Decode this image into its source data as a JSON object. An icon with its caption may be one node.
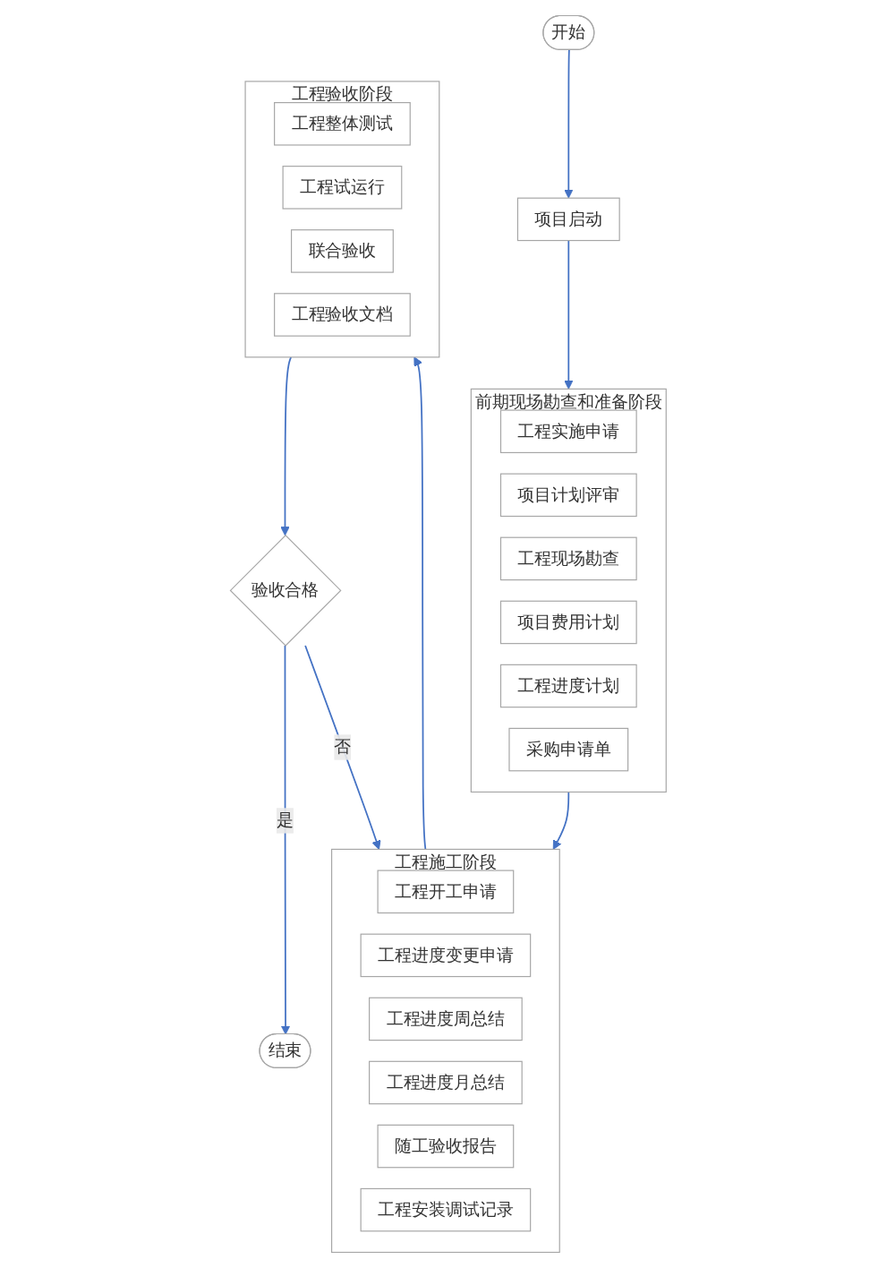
{
  "diagram": {
    "nodes": [
      {
        "text": [
          "开始"
        ]
      },
      {
        "text": [
          "项目启动"
        ]
      },
      {
        "text": [
          "前期现场勘查和准备阶段"
        ]
      },
      {
        "text": [
          "工程实施申请"
        ],
        "in": 2
      },
      {
        "text": [
          "项目计划评审"
        ],
        "in": 2
      },
      {
        "text": [
          "工程现场勘查"
        ],
        "in": 2
      },
      {
        "text": [
          "项目费用计划"
        ],
        "in": 2
      },
      {
        "text": [
          "工程进度计划"
        ],
        "in": 2
      },
      {
        "text": [
          "采购申请单"
        ],
        "in": 2
      },
      {
        "text": [
          "工程施工阶段"
        ]
      },
      {
        "text": [
          "工程开工申请"
        ],
        "in": 9
      },
      {
        "text": [
          "工程进度变更申请"
        ],
        "in": 9
      },
      {
        "text": [
          "工程进度周总结"
        ],
        "in": 9
      },
      {
        "text": [
          "工程进度月总结"
        ],
        "in": 9
      },
      {
        "text": [
          "随工验收报告"
        ],
        "in": 9
      },
      {
        "text": [
          "工程安装调试记录"
        ],
        "in": 9
      },
      {
        "text": [
          "工程验收阶段"
        ]
      },
      {
        "text": [
          "工程整体测试"
        ],
        "in": 16
      },
      {
        "text": [
          "工程试运行"
        ],
        "in": 16
      },
      {
        "text": [
          "联合验收"
        ],
        "in": 16
      },
      {
        "text": [
          "工程验收文档"
        ],
        "in": 16
      },
      {
        "text": [
          "验收合格"
        ]
      },
      {
        "text": [
          "结束"
        ]
      }
    ],
    "edges": [
      {
        "from": 0,
        "to": 1,
        "arrow": "to"
      },
      {
        "from": 1,
        "to": 2,
        "arrow": "to"
      },
      {
        "from": 2,
        "to": 9,
        "arrow": "to"
      },
      {
        "from": 9,
        "to": 16,
        "arrow": "to"
      },
      {
        "from": 16,
        "to": 21,
        "arrow": "to"
      },
      {
        "from": 21,
        "to": 22,
        "arrow": "to",
        "label": "是"
      },
      {
        "from": 21,
        "to": 9,
        "arrow": "to",
        "label": "否"
      }
    ]
  }
}
